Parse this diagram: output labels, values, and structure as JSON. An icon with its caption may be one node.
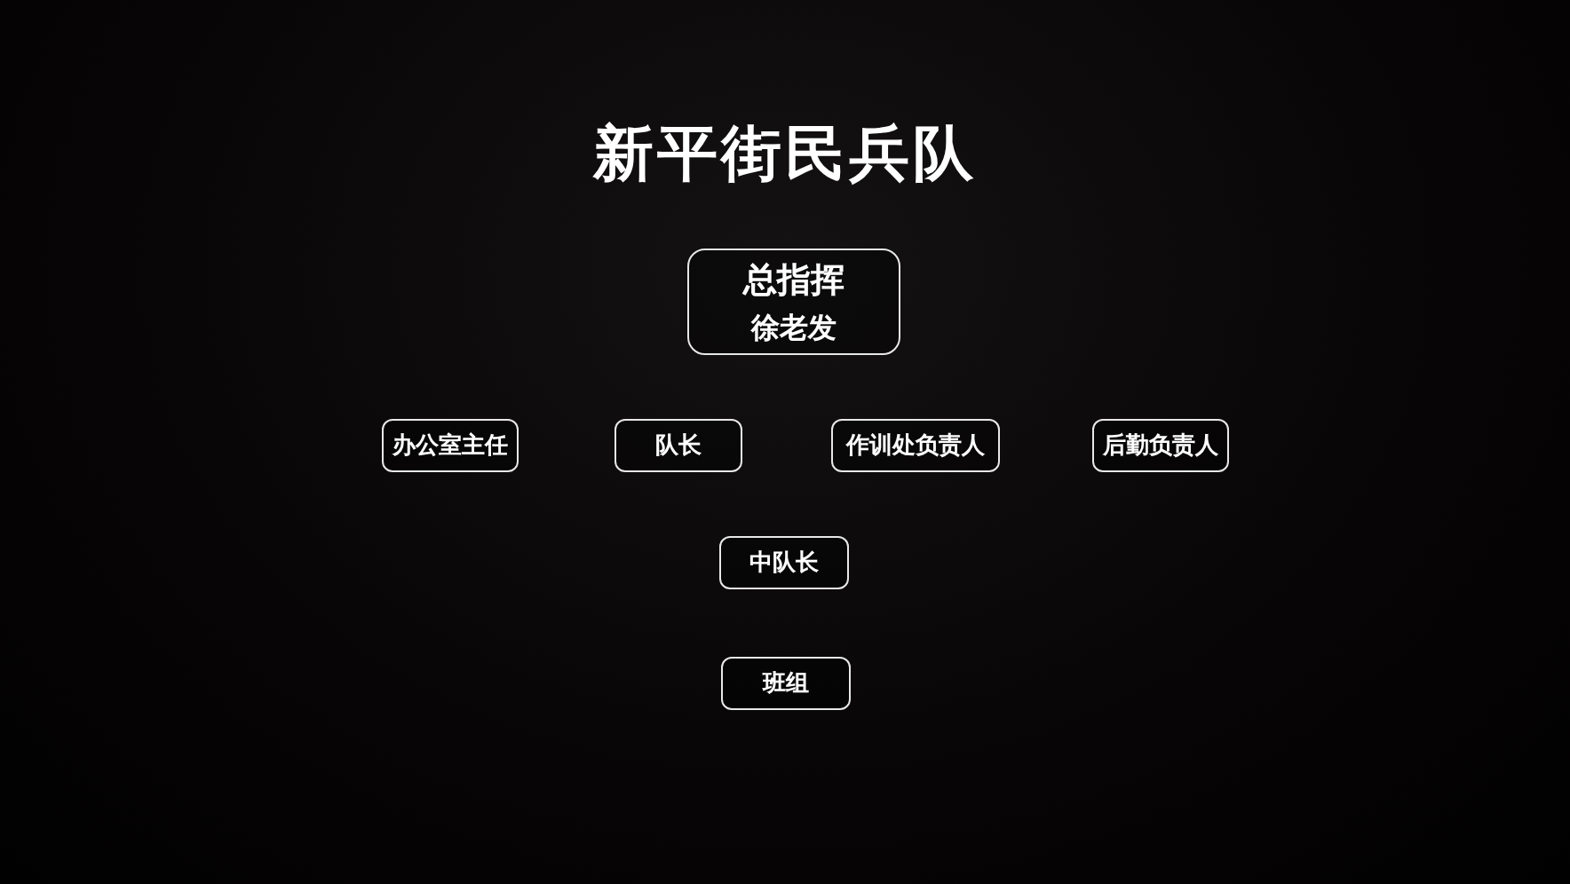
{
  "diagram": {
    "title": "新平街民兵队",
    "nodes": [
      {
        "text": [
          "总指挥",
          "徐老发"
        ]
      },
      {
        "text": [
          "办公室主任"
        ]
      },
      {
        "text": [
          "队长"
        ]
      },
      {
        "text": [
          "作训处负责人"
        ]
      },
      {
        "text": [
          "后勤负责人"
        ]
      },
      {
        "text": [
          "中队长"
        ]
      },
      {
        "text": [
          "班组"
        ]
      }
    ]
  }
}
